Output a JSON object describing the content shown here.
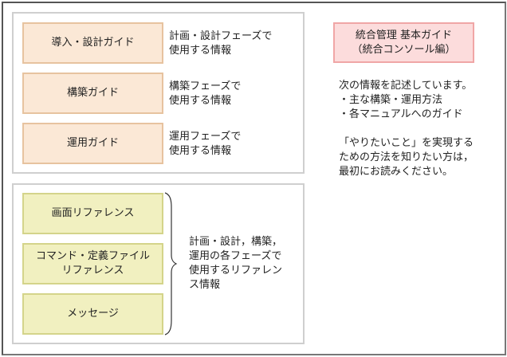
{
  "guides_panel": {
    "items": [
      {
        "label": "導入・設計ガイド",
        "description": "計画・設計フェーズで\n使用する情報"
      },
      {
        "label": "構築ガイド",
        "description": "構築フェーズで\n使用する情報"
      },
      {
        "label": "運用ガイド",
        "description": "運用フェーズで\n使用する情報"
      }
    ]
  },
  "reference_panel": {
    "items": [
      {
        "label": "画面リファレンス"
      },
      {
        "label": "コマンド・定義ファイル\nリファレンス"
      },
      {
        "label": "メッセージ"
      }
    ],
    "description": "計画・設計，構築，\n運用の各フェーズで\n使用するリファレン\nス情報"
  },
  "main_guide": {
    "title": "統合管理 基本ガイド\n（統合コンソール編）",
    "description": "次の情報を記述しています。\n・主な構築・運用方法\n・各マニュアルへのガイド\n\n「やりたいこと」を実現する\nための方法を知りたい方は，\n最初にお読みください。"
  },
  "colors": {
    "guide_box_fill": "#fbe8d6",
    "guide_box_border": "#e7c39f",
    "reference_box_fill": "#f1f0c0",
    "reference_box_border": "#d4d48a",
    "main_box_fill": "#fcdcdc",
    "main_box_border": "#f0a6a6"
  }
}
